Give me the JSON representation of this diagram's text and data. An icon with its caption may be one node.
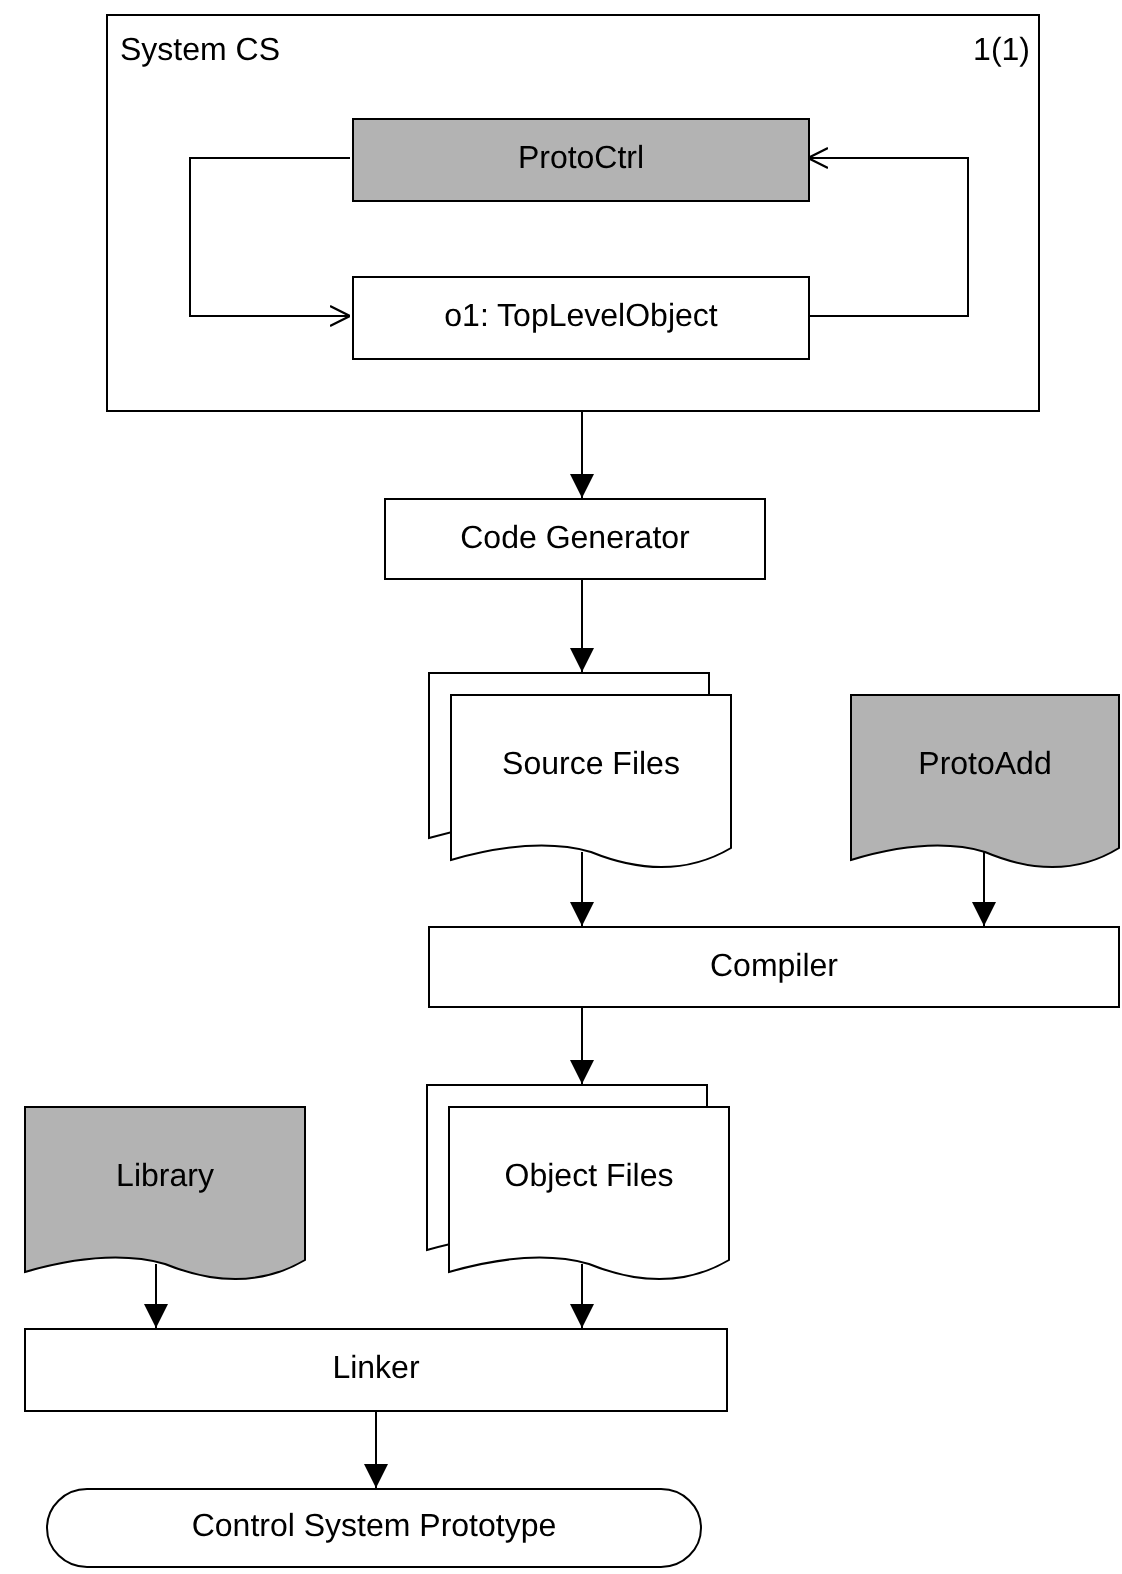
{
  "diagram": {
    "nodes": [
      {
        "text": [
          "System CS",
          "1(1)"
        ]
      },
      {
        "text": [
          "ProtoCtrl"
        ],
        "in": 0
      },
      {
        "text": [
          "o1: TopLevelObject"
        ],
        "in": 0
      },
      {
        "text": [
          "Code Generator"
        ]
      },
      {
        "text": [
          "Source Files"
        ]
      },
      {
        "text": [
          "ProtoAdd"
        ]
      },
      {
        "text": [
          "Compiler"
        ]
      },
      {
        "text": [
          "Library"
        ]
      },
      {
        "text": [
          "Object Files"
        ]
      },
      {
        "text": [
          "Linker"
        ]
      },
      {
        "text": [
          "Control System Prototype"
        ]
      }
    ],
    "edges": [
      {
        "from": 1,
        "to": 2,
        "arrow": "to"
      },
      {
        "from": 2,
        "to": 1,
        "arrow": "to"
      },
      {
        "from": 0,
        "to": 3,
        "arrow": "to"
      },
      {
        "from": 3,
        "to": 4,
        "arrow": "to"
      },
      {
        "from": 4,
        "to": 6,
        "arrow": "to"
      },
      {
        "from": 5,
        "to": 6,
        "arrow": "to"
      },
      {
        "from": 6,
        "to": 8,
        "arrow": "to"
      },
      {
        "from": 7,
        "to": 9,
        "arrow": "to"
      },
      {
        "from": 8,
        "to": 9,
        "arrow": "to"
      },
      {
        "from": 9,
        "to": 10,
        "arrow": "to"
      }
    ]
  }
}
